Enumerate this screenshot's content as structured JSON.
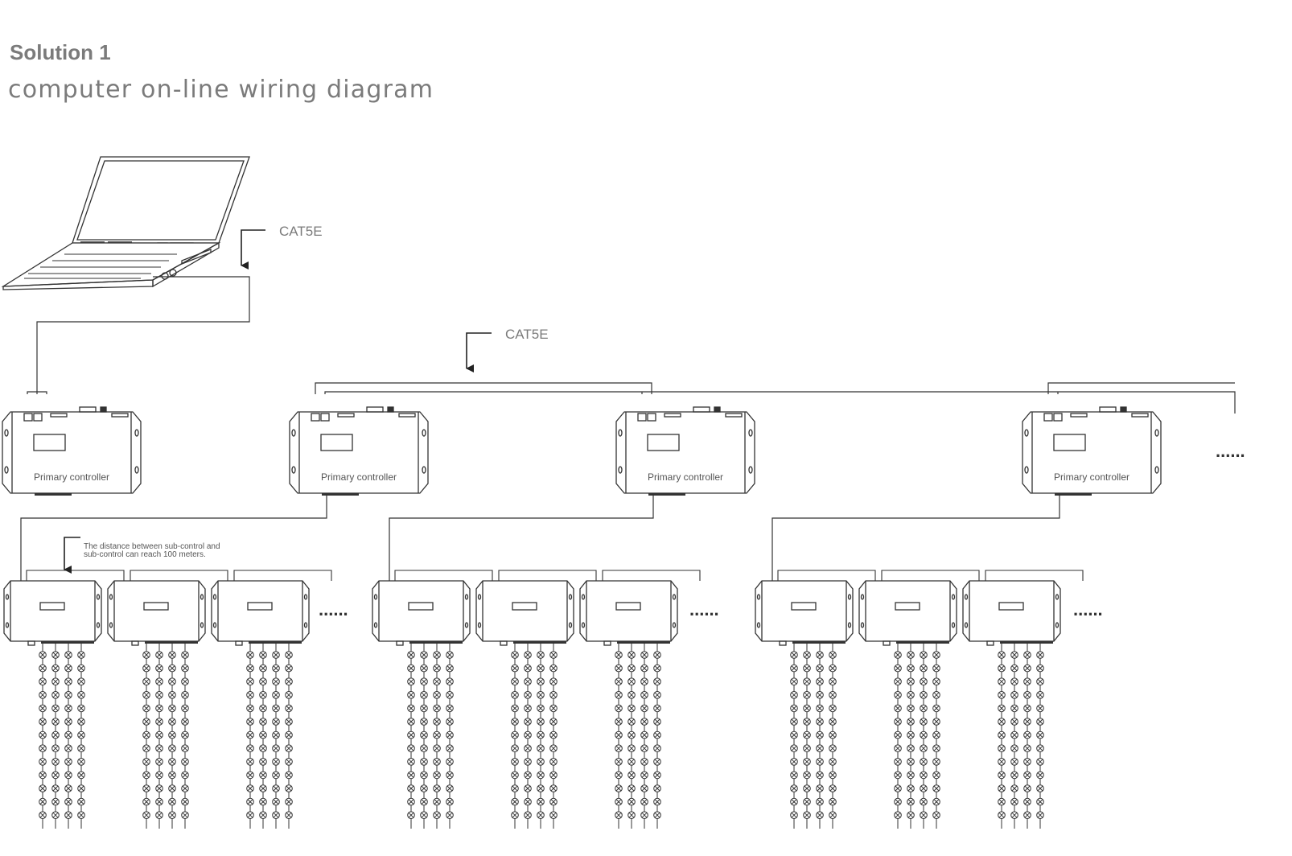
{
  "header": {
    "title": "Solution 1",
    "subtitle": "computer on-line wiring diagram"
  },
  "labels": {
    "cable_top": "CAT5E",
    "cable_bus": "CAT5E",
    "primary_controller": "Primary controller",
    "distance_note_line1": "The distance between sub-control and",
    "distance_note_line2": "sub-control can reach 100 meters.",
    "continuation": "......"
  },
  "icons": {
    "computer": "laptop-icon",
    "arrow": "arrow-down-icon"
  },
  "structure": {
    "primary_controllers": 4,
    "sub_controllers_per_primary": 3,
    "light_strings_per_sub_controller": 4,
    "lights_per_string": 13
  },
  "colors": {
    "line": "#333333",
    "text": "#7b7b7b"
  }
}
